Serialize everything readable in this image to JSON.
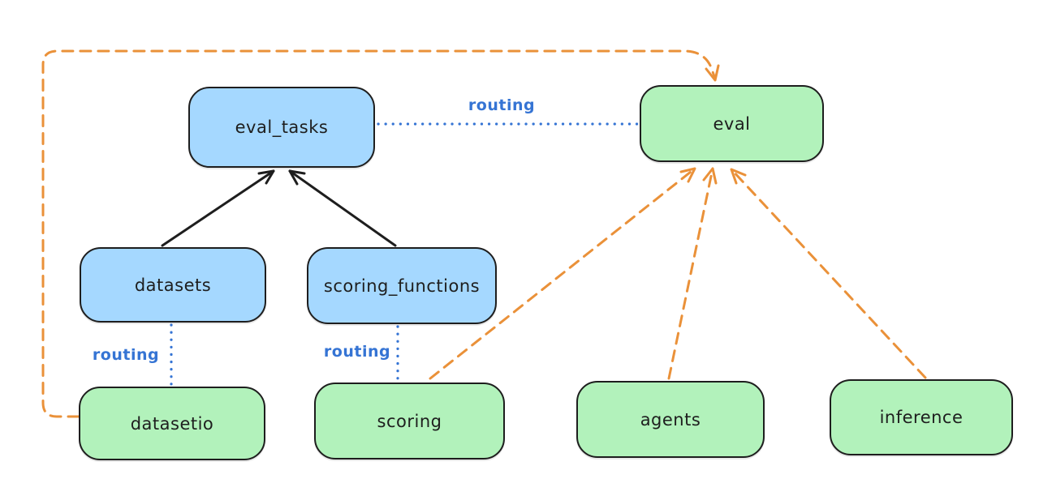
{
  "diagram": {
    "background": "#ffffff",
    "colors": {
      "background": "#ffffff",
      "node_blue_fill": "#a5d8ff",
      "node_green_fill": "#b2f2bb",
      "node_border": "#1e1e1e",
      "routing_blue": "#3574d4",
      "arrow_orange": "#ea9139",
      "arrow_black": "#1e1e1e"
    },
    "nodes": {
      "eval_tasks": {
        "label": "eval_tasks",
        "color": "blue"
      },
      "eval": {
        "label": "eval",
        "color": "green"
      },
      "datasets": {
        "label": "datasets",
        "color": "blue"
      },
      "scoring_functions": {
        "label": "scoring_functions",
        "color": "blue"
      },
      "datasetio": {
        "label": "datasetio",
        "color": "green"
      },
      "scoring": {
        "label": "scoring",
        "color": "green"
      },
      "agents": {
        "label": "agents",
        "color": "green"
      },
      "inference": {
        "label": "inference",
        "color": "green"
      }
    },
    "edges": [
      {
        "from": "datasets",
        "to": "eval_tasks",
        "style": "solid",
        "color": "black",
        "arrow": true,
        "label": ""
      },
      {
        "from": "scoring_functions",
        "to": "eval_tasks",
        "style": "solid",
        "color": "black",
        "arrow": true,
        "label": ""
      },
      {
        "from": "eval_tasks",
        "to": "eval",
        "style": "dotted",
        "color": "blue",
        "arrow": false,
        "label": "routing"
      },
      {
        "from": "datasets",
        "to": "datasetio",
        "style": "dotted",
        "color": "blue",
        "arrow": false,
        "label": "routing"
      },
      {
        "from": "scoring_functions",
        "to": "scoring",
        "style": "dotted",
        "color": "blue",
        "arrow": false,
        "label": "routing"
      },
      {
        "from": "scoring",
        "to": "eval",
        "style": "dashed",
        "color": "orange",
        "arrow": true,
        "label": ""
      },
      {
        "from": "agents",
        "to": "eval",
        "style": "dashed",
        "color": "orange",
        "arrow": true,
        "label": ""
      },
      {
        "from": "inference",
        "to": "eval",
        "style": "dashed",
        "color": "orange",
        "arrow": true,
        "label": ""
      },
      {
        "from": "datasetio",
        "to": "eval",
        "style": "dashed",
        "color": "orange",
        "arrow": true,
        "label": "",
        "route": "left-top-loop"
      }
    ]
  }
}
